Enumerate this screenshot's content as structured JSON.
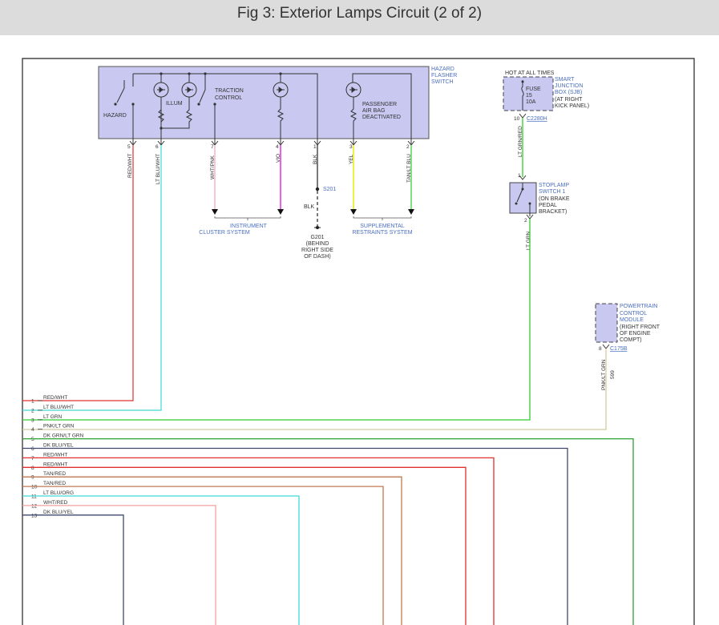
{
  "page_title": "Fig 3: Exterior Lamps Circuit (2 of 2)",
  "hazard_switch": {
    "title": [
      "HAZARD",
      "FLASHER",
      "SWITCH"
    ],
    "hazard": "HAZARD",
    "illum": "ILLUM",
    "traction": [
      "TRACTION",
      "CONTROL"
    ],
    "passenger": [
      "PASSENGER",
      "AIR BAG",
      "DEACTIVATED"
    ]
  },
  "pins": [
    {
      "num": "5",
      "color": "RED/WHT"
    },
    {
      "num": "6",
      "color": "LT BLU/WHT"
    },
    {
      "num": "7",
      "color": "WHT/PNK"
    },
    {
      "num": "4",
      "color": "VIO"
    },
    {
      "num": "1",
      "color": "BLK"
    },
    {
      "num": "3",
      "color": "YEL"
    },
    {
      "num": "2",
      "color": "TAN/LT BLU"
    }
  ],
  "splice": {
    "label": "S201",
    "wire": "BLK"
  },
  "ground": {
    "label": [
      "G201",
      "(BEHIND",
      "RIGHT SIDE",
      "OF DASH)"
    ]
  },
  "instrument_cluster": [
    "INSTRUMENT",
    "CLUSTER SYSTEM"
  ],
  "supplemental": [
    "SUPPLEMENTAL",
    "RESTRAINTS SYSTEM"
  ],
  "sjb": {
    "hot": "HOT AT ALL TIMES",
    "fuse": [
      "FUSE",
      "15",
      "10A"
    ],
    "label": [
      "SMART",
      "JUNCTION",
      "BOX (SJB)",
      "(AT RIGHT",
      "KICK PANEL)"
    ],
    "pin": "10",
    "connector": "C2280H",
    "wire": "LT GRN/RED"
  },
  "stoplamp": {
    "pin_top": "1",
    "pin_bottom": "2",
    "label": [
      "STOPLAMP",
      "SWITCH 1",
      "(ON BRAKE",
      "PEDAL",
      "BRACKET)"
    ],
    "wire": "LT GRN"
  },
  "pcm": {
    "label": [
      "POWERTRAIN",
      "CONTROL",
      "MODULE",
      "(RIGHT FRONT",
      "OF ENGINE",
      "COMPT)"
    ],
    "pin": "8",
    "connector": "C175B",
    "wire": "PNK/LT GRN",
    "circuit": "599"
  },
  "bus_lines": [
    {
      "num": "1",
      "label": "RED/WHT",
      "color": "#e03030"
    },
    {
      "num": "2",
      "label": "LT BLU/WHT",
      "color": "#40d8d8"
    },
    {
      "num": "3",
      "label": "LT GRN",
      "color": "#30cc30"
    },
    {
      "num": "4",
      "label": "PNK/LT GRN",
      "color": "#d8c8a0"
    },
    {
      "num": "5",
      "label": "DK GRN/LT GRN",
      "color": "#30a030"
    },
    {
      "num": "6",
      "label": "DK BLU/YEL",
      "color": "#404870"
    },
    {
      "num": "7",
      "label": "RED/WHT",
      "color": "#e03030"
    },
    {
      "num": "8",
      "label": "RED/WHT",
      "color": "#e03030"
    },
    {
      "num": "9",
      "label": "TAN/RED",
      "color": "#c07850"
    },
    {
      "num": "10",
      "label": "TAN/RED",
      "color": "#c07850"
    },
    {
      "num": "11",
      "label": "LT BLU/ORG",
      "color": "#40d8d8"
    },
    {
      "num": "12",
      "label": "WHT/RED",
      "color": "#f0a0a0"
    },
    {
      "num": "13",
      "label": "DK BLU/YEL",
      "color": "#404870"
    }
  ],
  "colors": {
    "box_fill": "#c8c8f0",
    "label_blue": "#4a6ec0",
    "wire_pink": "#f0a0c0",
    "wire_violet": "#e020e0",
    "wire_yellow": "#e8e800",
    "wire_green": "#30cc30"
  }
}
